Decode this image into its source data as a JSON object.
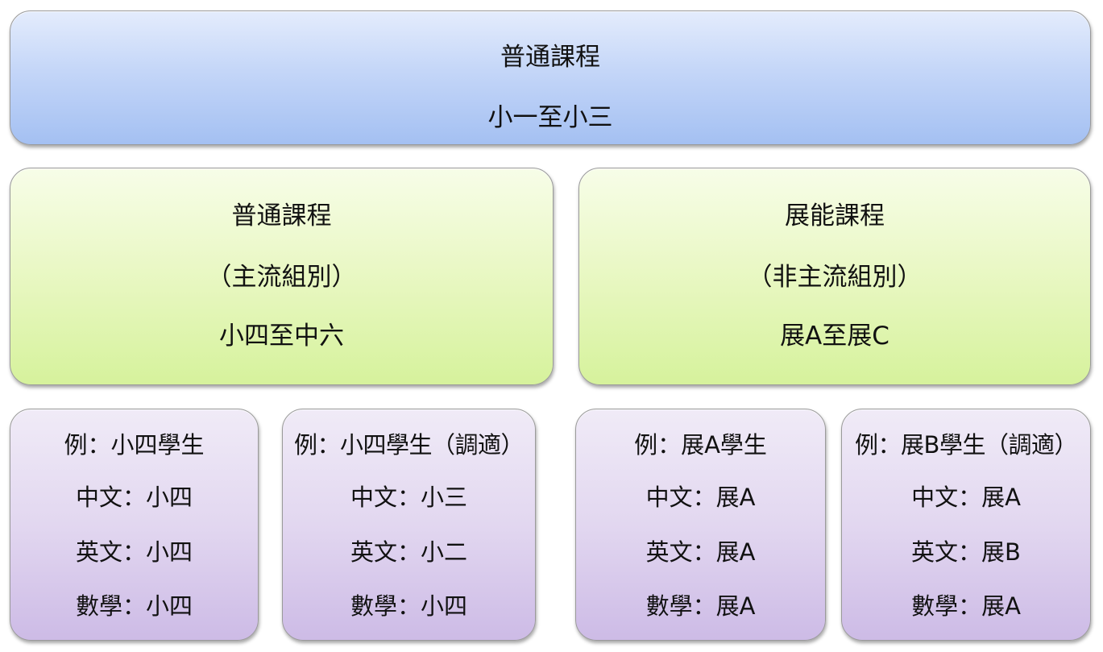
{
  "top": {
    "title": "普通課程",
    "range": "小一至小三"
  },
  "mainstream": {
    "title": "普通課程",
    "group": "（主流組別）",
    "range": "小四至中六"
  },
  "non_mainstream": {
    "title": "展能課程",
    "group": "（非主流組別）",
    "range": "展A至展C"
  },
  "examples": [
    {
      "heading": "例：小四學生",
      "chinese": "中文：小四",
      "english": "英文：小四",
      "math": "數學：小四"
    },
    {
      "heading": "例：小四學生（調適）",
      "chinese": "中文：小三",
      "english": "英文：小二",
      "math": "數學：小四"
    },
    {
      "heading": "例：展A學生",
      "chinese": "中文：展A",
      "english": "英文：展A",
      "math": "數學：展A"
    },
    {
      "heading": "例：展B學生（調適）",
      "chinese": "中文：展A",
      "english": "英文：展B",
      "math": "數學：展A"
    }
  ]
}
